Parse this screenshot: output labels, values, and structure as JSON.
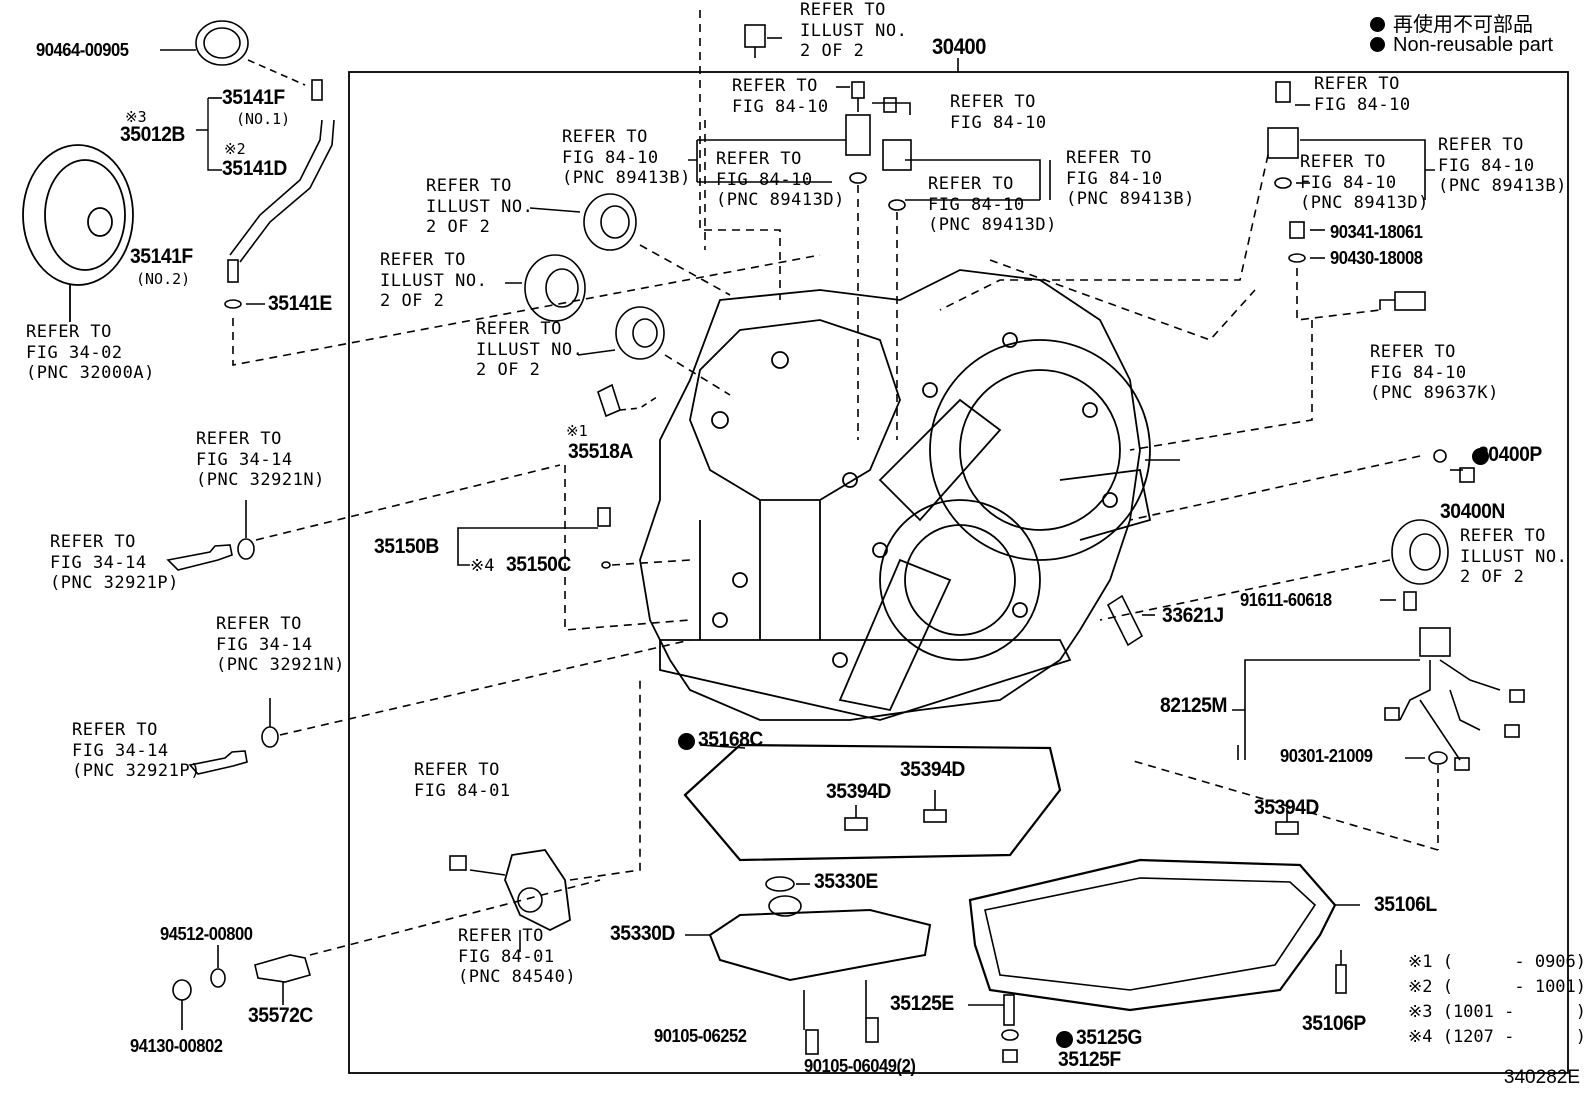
{
  "legend": {
    "reuse_cn": "再使用不可部品",
    "reuse_en": "Non-reusable part"
  },
  "box_label": "30400",
  "parts": {
    "p90464": "90464-00905",
    "p35141F_1": "35141F",
    "p35141F_1_sub": "(NO.1)",
    "p35012B_mark": "※3",
    "p35012B": "35012B",
    "p35141D_mark": "※2",
    "p35141D": "35141D",
    "p35141F_2": "35141F",
    "p35141F_2_sub": "(NO.2)",
    "p35141E": "35141E",
    "p35518A_mark": "※1",
    "p35518A": "35518A",
    "p35150B": "35150B",
    "p35150C_mark": "※4",
    "p35150C": "35150C",
    "p30400P": "30400P",
    "p30400N": "30400N",
    "p33621J": "33621J",
    "p91611": "91611-60618",
    "p82125M": "82125M",
    "p90301": "90301-21009",
    "p35168C": "35168C",
    "p35394D_a": "35394D",
    "p35394D_b": "35394D",
    "p35394D_c": "35394D",
    "p35330E": "35330E",
    "p35330D": "35330D",
    "p35106L": "35106L",
    "p35125E": "35125E",
    "p35125G": "35125G",
    "p35125F": "35125F",
    "p35106P": "35106P",
    "p90105a": "90105-06252",
    "p90105b": "90105-06049(2)",
    "p94512": "94512-00800",
    "p94130": "94130-00802",
    "p35572C": "35572C",
    "p90341": "90341-18061",
    "p90430": "90430-18008"
  },
  "refs": {
    "r_top_illust": [
      "REFER TO",
      "ILLUST NO.",
      "2 OF 2"
    ],
    "r_fig8410_a": [
      "REFER TO",
      "FIG 84-10"
    ],
    "r_fig8410_b": [
      "REFER TO",
      "FIG 84-10"
    ],
    "r_fig8410_pnc_b_left": [
      "REFER TO",
      "FIG 84-10",
      "(PNC 89413B)"
    ],
    "r_fig8410_pnc_d_left": [
      "REFER TO",
      "FIG 84-10",
      "(PNC 89413D)"
    ],
    "r_fig8410_pnc_b_mid": [
      "REFER TO",
      "FIG 84-10",
      "(PNC 89413B)"
    ],
    "r_fig8410_pnc_d_mid": [
      "REFER TO",
      "FIG 84-10",
      "(PNC 89413D)"
    ],
    "r_fig8410_right": [
      "REFER TO",
      "FIG 84-10"
    ],
    "r_fig8410_pnc_b_right": [
      "REFER TO",
      "FIG 84-10",
      "(PNC 89413B)"
    ],
    "r_fig8410_pnc_d_right": [
      "REFER TO",
      "FIG 84-10",
      "(PNC 89413D)"
    ],
    "r_fig8410_89637k": [
      "REFER TO",
      "FIG 84-10",
      "(PNC 89637K)"
    ],
    "r_illust_1": [
      "REFER TO",
      "ILLUST NO.",
      "2 OF 2"
    ],
    "r_illust_2": [
      "REFER TO",
      "ILLUST NO.",
      "2 OF 2"
    ],
    "r_illust_3": [
      "REFER TO",
      "ILLUST NO.",
      "2 OF 2"
    ],
    "r_illust_right": [
      "REFER TO",
      "ILLUST NO.",
      "2 OF 2"
    ],
    "r_fig3402": [
      "REFER TO",
      "FIG 34-02",
      "(PNC 32000A)"
    ],
    "r_fig3414_n1": [
      "REFER TO",
      "FIG 34-14",
      "(PNC 32921N)"
    ],
    "r_fig3414_p1": [
      "REFER TO",
      "FIG 34-14",
      "(PNC 32921P)"
    ],
    "r_fig3414_n2": [
      "REFER TO",
      "FIG 34-14",
      "(PNC 32921N)"
    ],
    "r_fig3414_p2": [
      "REFER TO",
      "FIG 34-14",
      "(PNC 32921P)"
    ],
    "r_fig8401": [
      "REFER TO",
      "FIG 84-01"
    ],
    "r_fig8401_pnc": [
      "REFER TO",
      "FIG 84-01",
      "(PNC 84540)"
    ]
  },
  "notes": [
    "※1 (      - 0906)",
    "※2 (      - 1001)",
    "※3 (1001 -      )",
    "※4 (1207 -      )"
  ],
  "illustration_id": "340282E"
}
